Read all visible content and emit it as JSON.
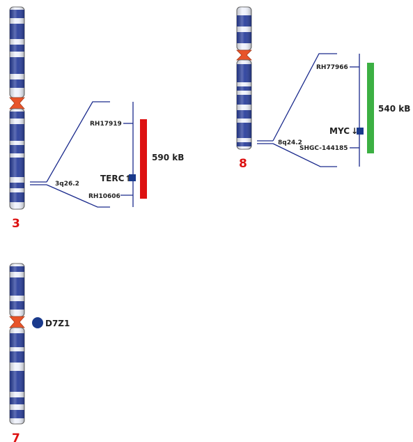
{
  "colors": {
    "line": "#1a2a8c",
    "band_dark": "#2a3f9c",
    "band_light": "#eef1fb",
    "centromere": "#e8542a",
    "red_bar": "#dd1111",
    "green_bar": "#3cb043",
    "probe": "#1a3a8c"
  },
  "chr3": {
    "number": "3",
    "band": "3q26.2",
    "marker_top": "RH17919",
    "marker_bottom": "RH10606",
    "gene": "TERC",
    "gene_arrow": "↑",
    "size": "590 kB"
  },
  "chr8": {
    "number": "8",
    "band": "8q24.2",
    "marker_top": "RH77966",
    "marker_bottom": "SHGC-144185",
    "gene": "MYC",
    "gene_arrow": "↓",
    "size": "540 kB"
  },
  "chr7": {
    "number": "7",
    "probe": "D7Z1"
  }
}
